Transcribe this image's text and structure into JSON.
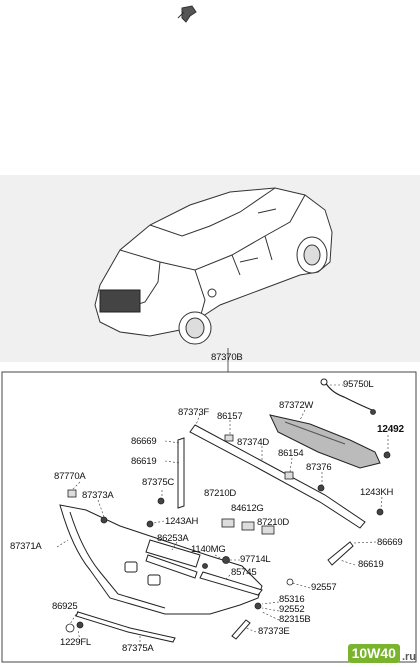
{
  "diagram": {
    "assembly_label": "87370B",
    "parts": [
      {
        "id": "95750L",
        "bold": false
      },
      {
        "id": "87373F",
        "bold": false
      },
      {
        "id": "86157",
        "bold": false
      },
      {
        "id": "87372W",
        "bold": false
      },
      {
        "id": "12492",
        "bold": true
      },
      {
        "id": "86669",
        "bold": false
      },
      {
        "id": "87374D",
        "bold": false
      },
      {
        "id": "86619",
        "bold": false
      },
      {
        "id": "86154",
        "bold": false
      },
      {
        "id": "87376",
        "bold": false
      },
      {
        "id": "87770A",
        "bold": false
      },
      {
        "id": "87375C",
        "bold": false
      },
      {
        "id": "1243KH",
        "bold": false
      },
      {
        "id": "87373A",
        "bold": false
      },
      {
        "id": "87210D",
        "bold": false
      },
      {
        "id": "84612G",
        "bold": false
      },
      {
        "id": "1243AH",
        "bold": false
      },
      {
        "id": "87210D",
        "bold": false
      },
      {
        "id": "86669",
        "bold": false
      },
      {
        "id": "87371A",
        "bold": false
      },
      {
        "id": "86253A",
        "bold": false
      },
      {
        "id": "1140MG",
        "bold": false
      },
      {
        "id": "97714L",
        "bold": false
      },
      {
        "id": "86619",
        "bold": false
      },
      {
        "id": "85745",
        "bold": false
      },
      {
        "id": "92557",
        "bold": false
      },
      {
        "id": "85316",
        "bold": false
      },
      {
        "id": "86925",
        "bold": false
      },
      {
        "id": "92552",
        "bold": false
      },
      {
        "id": "82315B",
        "bold": false
      },
      {
        "id": "1229FL",
        "bold": false
      },
      {
        "id": "87373E",
        "bold": false
      },
      {
        "id": "87375A",
        "bold": false
      }
    ]
  },
  "watermark": {
    "main": "10W40",
    "tld": ".ru"
  }
}
